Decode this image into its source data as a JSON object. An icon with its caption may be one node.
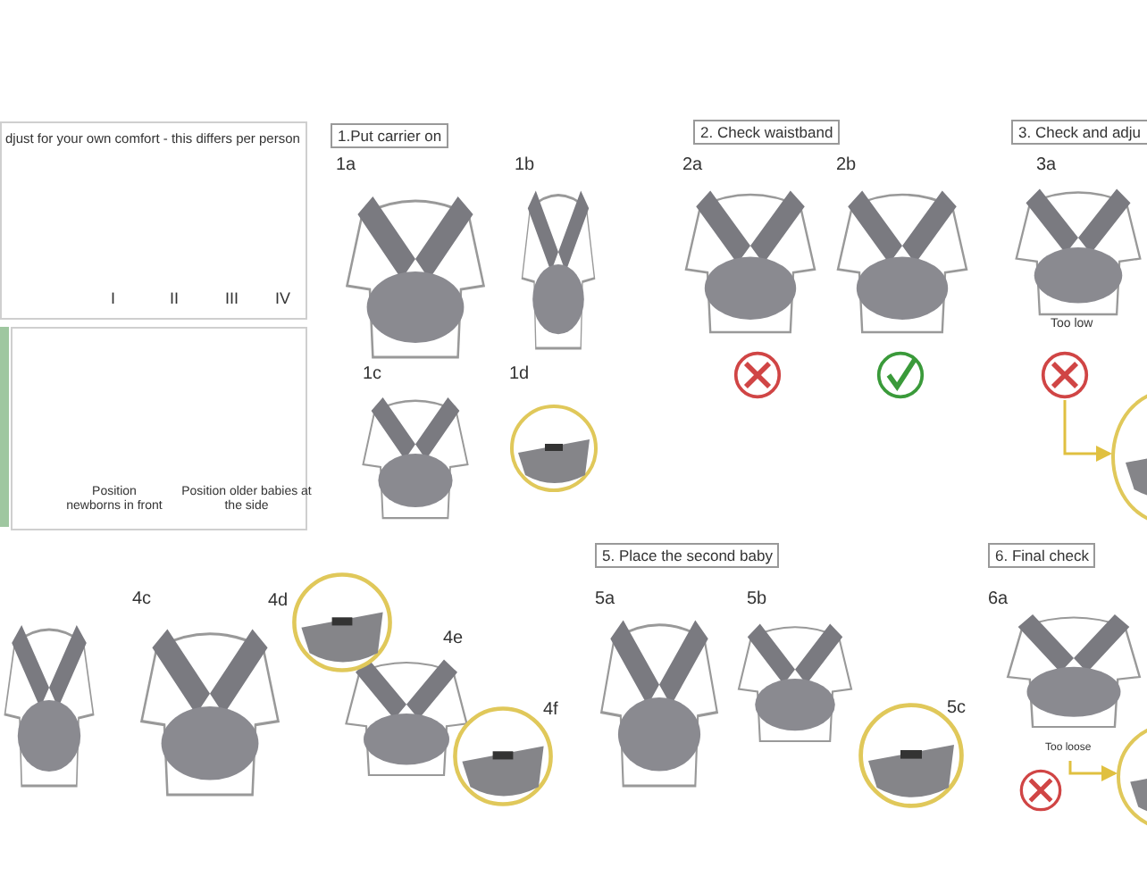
{
  "diagram": {
    "nodes": [
      {
        "text": [
          "djust for your own comfort - this differs per person"
        ]
      },
      {
        "text": [],
        "shape": "box"
      },
      {
        "text": [
          "1.Put carrier on"
        ]
      },
      {
        "text": [
          "2. Check waistband"
        ]
      },
      {
        "text": [
          "3. Check and adju"
        ]
      },
      {
        "text": [
          "5. Place the second baby"
        ]
      },
      {
        "text": [
          "6. Final check"
        ]
      },
      {
        "text": [],
        "shape": "circle"
      },
      {
        "text": [],
        "shape": "circle"
      },
      {
        "text": [],
        "shape": "circle"
      },
      {
        "text": [],
        "shape": "circle"
      }
    ],
    "edges": [
      {
        "from": 7,
        "to": 8,
        "arrow": "to",
        "color": "#e0c040"
      },
      {
        "from": 9,
        "to": 10,
        "arrow": "to",
        "color": "#e0c040"
      }
    ],
    "labels": [
      "I",
      "II",
      "III",
      "IV",
      "Position newborns in front",
      "Position older babies at the side",
      "1a",
      "1b",
      "1c",
      "1d",
      "2a",
      "2b",
      "3a",
      "Too low",
      "4c",
      "4d",
      "4e",
      "4f",
      "5a",
      "5b",
      "5c",
      "6a",
      "Too loose"
    ]
  }
}
